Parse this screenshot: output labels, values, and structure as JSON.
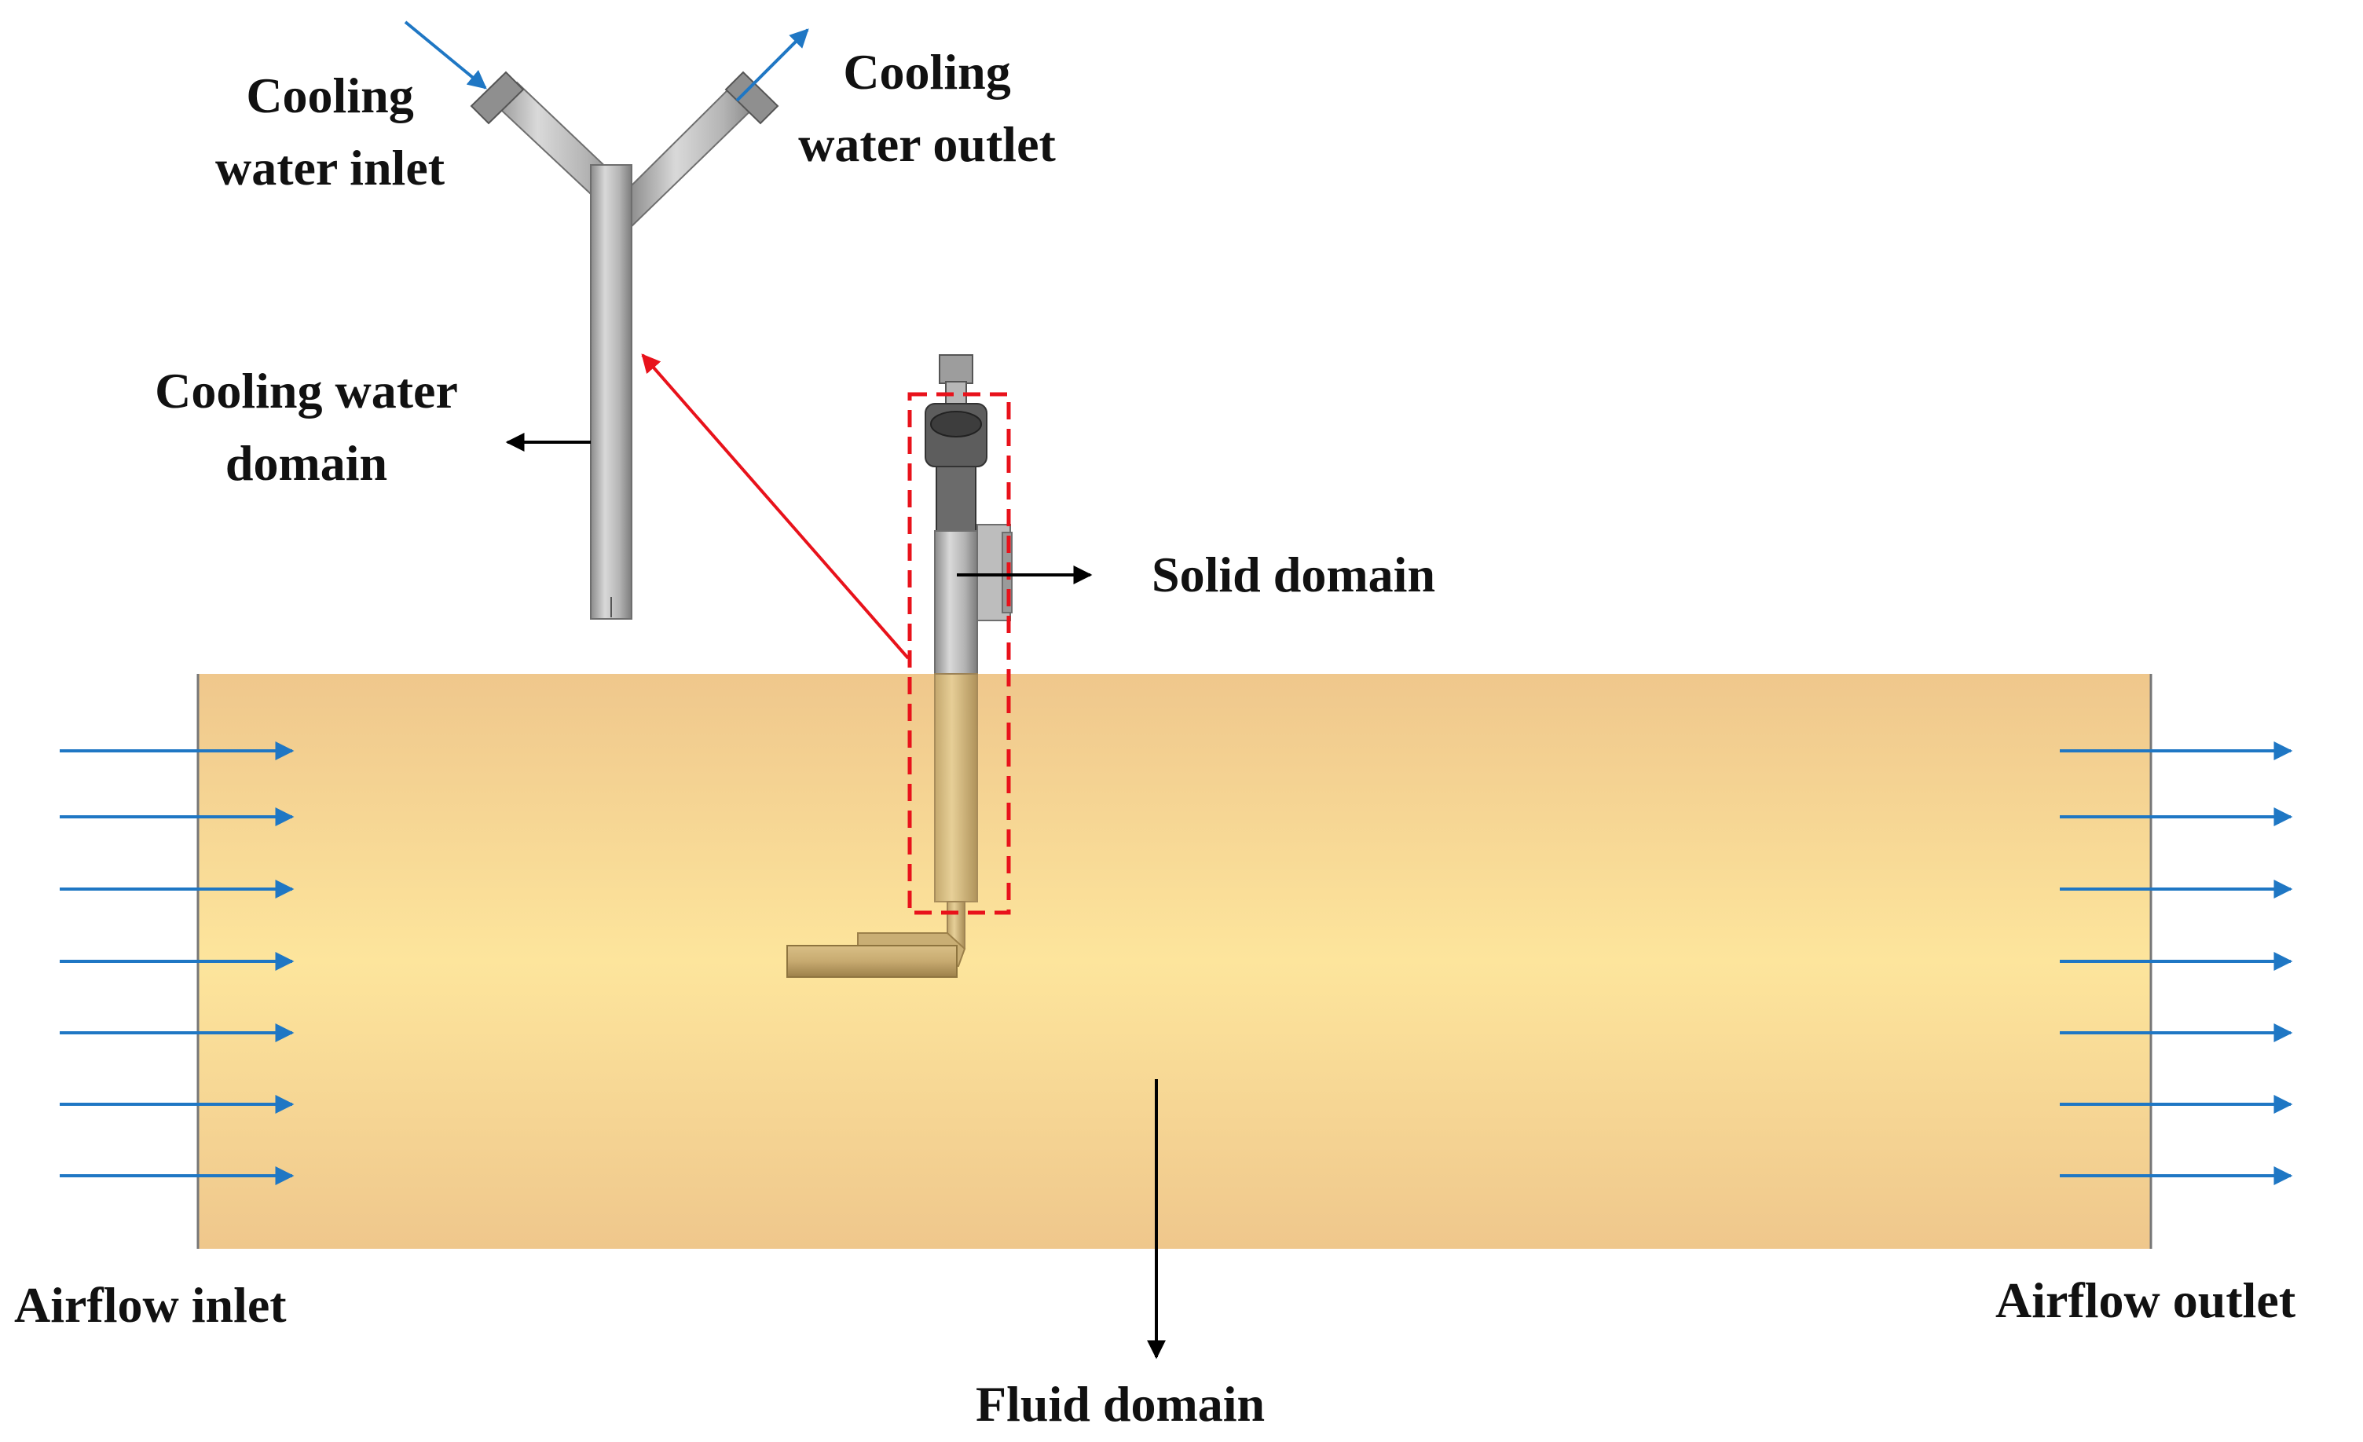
{
  "labels": {
    "cooling_water_inlet": [
      "Cooling",
      "water inlet"
    ],
    "cooling_water_outlet": [
      "Cooling",
      "water outlet"
    ],
    "cooling_water_domain": [
      "Cooling water",
      "domain"
    ],
    "solid_domain": "Solid domain",
    "airflow_inlet": "Airflow inlet",
    "airflow_outlet": "Airflow outlet",
    "fluid_domain": "Fluid domain"
  },
  "colors": {
    "flow_arrow": "#1f77c4",
    "pointer_arrow": "#000000",
    "highlight_box": "#e8121b",
    "link_arrow": "#e8121b",
    "fluid_domain_fill": "#f5d28c",
    "pipe_metal": "#a6a6a6"
  },
  "airflow": {
    "inlet_arrow_count": 7,
    "outlet_arrow_count": 7
  }
}
